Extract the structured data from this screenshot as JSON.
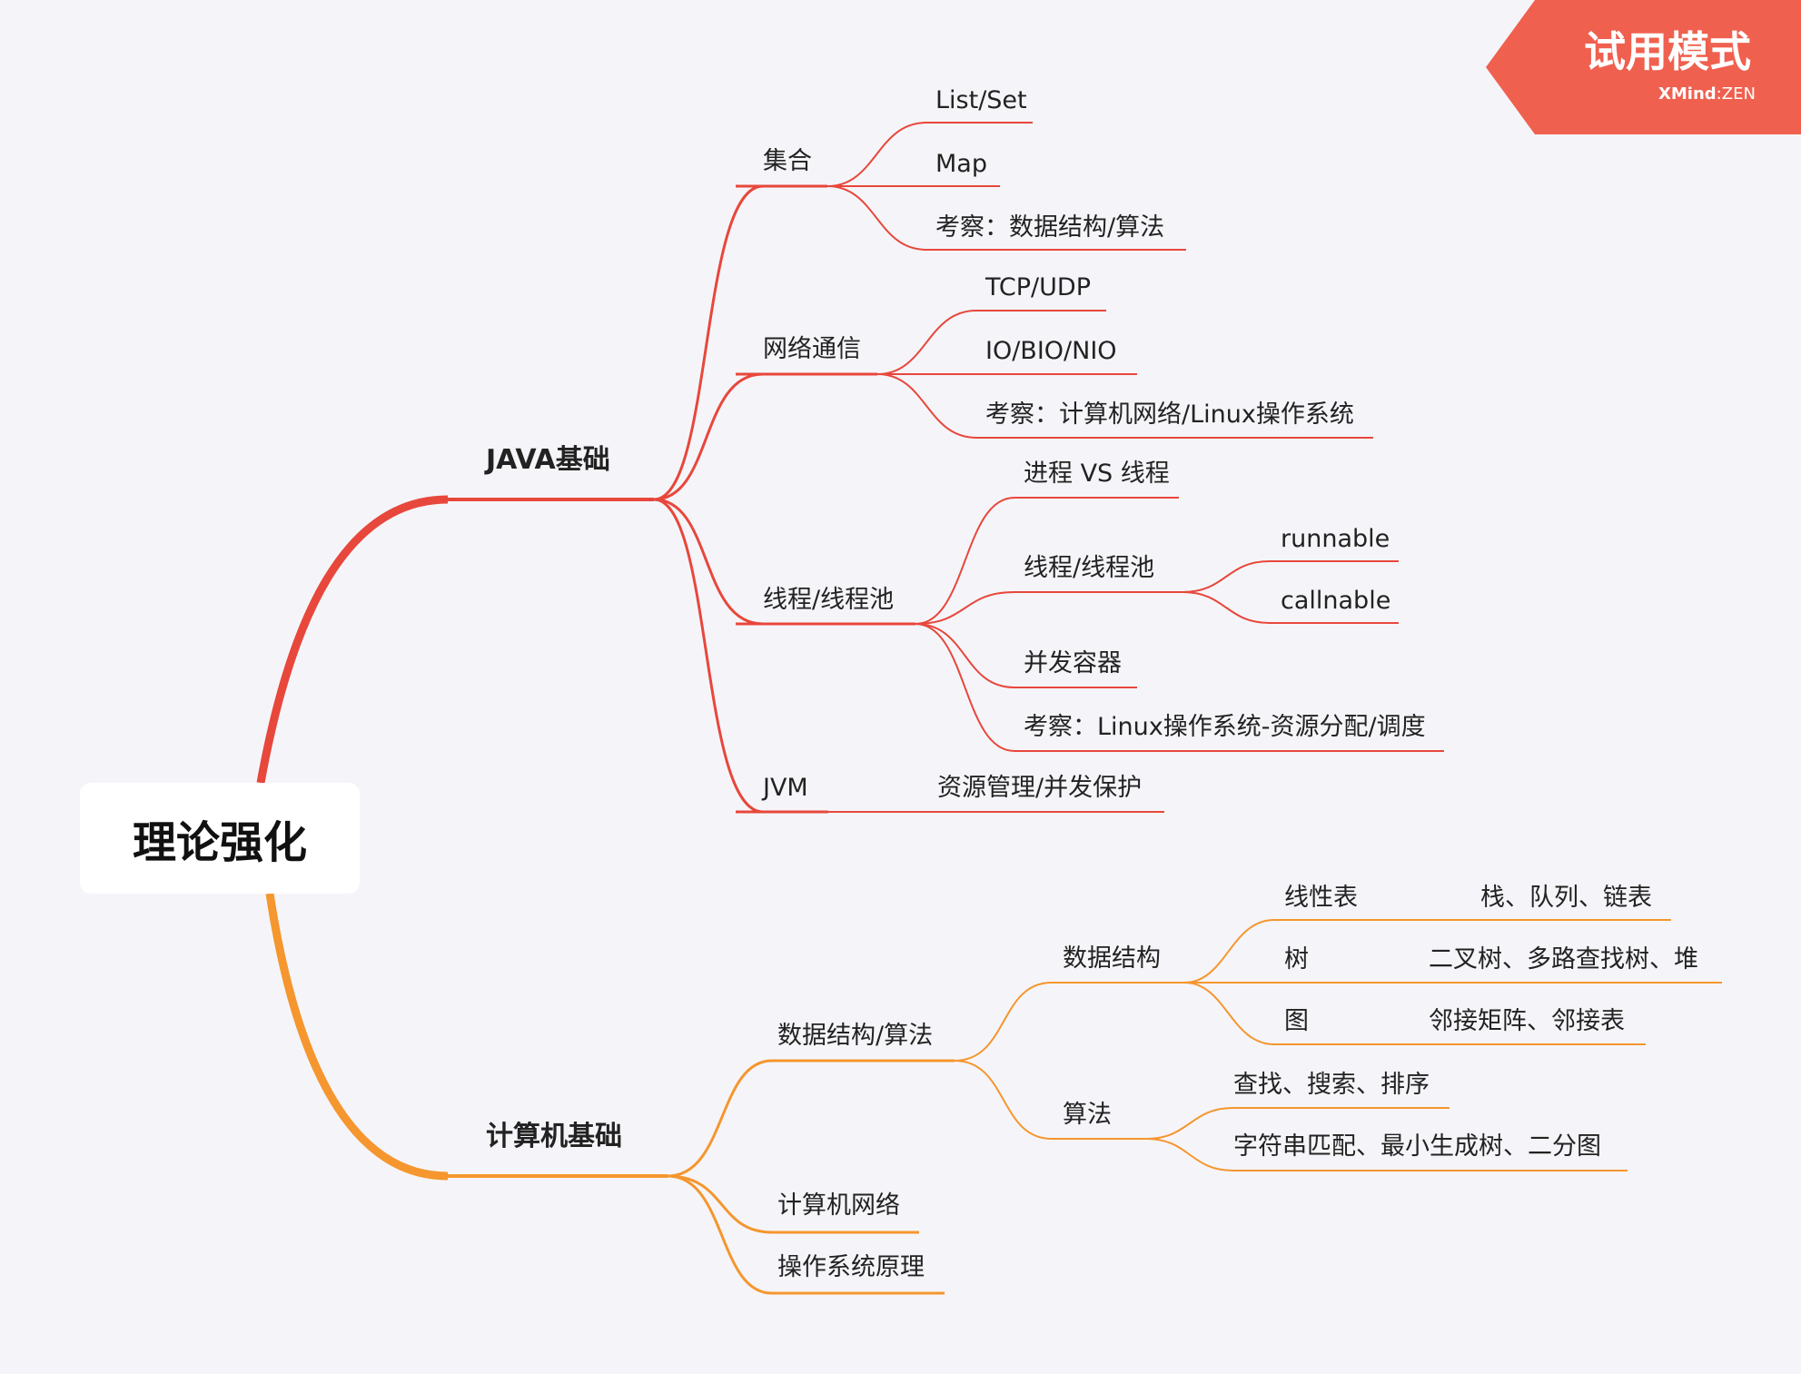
{
  "root": "理论强化",
  "badge": {
    "title": "试用模式",
    "brand": "XMind",
    "sep": ":",
    "edition": "ZEN"
  },
  "colors": {
    "java": "#e8473c",
    "cs": "#f5962e",
    "badge": "#f0604f",
    "root_bg": "#ffffff",
    "background": "#f5f5f9"
  },
  "java": {
    "label": "JAVA基础",
    "collections": {
      "label": "集合",
      "items": [
        "List/Set",
        "Map",
        "考察：数据结构/算法"
      ]
    },
    "network": {
      "label": "网络通信",
      "items": [
        "TCP/UDP",
        "IO/BIO/NIO",
        "考察：计算机网络/Linux操作系统"
      ]
    },
    "threads": {
      "label": "线程/线程池",
      "process": "进程 VS 线程",
      "pool": {
        "label": "线程/线程池",
        "items": [
          "runnable",
          "callnable"
        ]
      },
      "containers": "并发容器",
      "exam": "考察：Linux操作系统-资源分配/调度"
    },
    "jvm": {
      "label": "JVM",
      "item": "资源管理/并发保护"
    }
  },
  "cs": {
    "label": "计算机基础",
    "ds": {
      "label": "数据结构/算法",
      "structures": {
        "label": "数据结构",
        "linear": {
          "label": "线性表",
          "value": "栈、队列、链表"
        },
        "tree": {
          "label": "树",
          "value": "二叉树、多路查找树、堆"
        },
        "graph": {
          "label": "图",
          "value": "邻接矩阵、邻接表"
        }
      },
      "algorithms": {
        "label": "算法",
        "items": [
          "查找、搜索、排序",
          "字符串匹配、最小生成树、二分图"
        ]
      }
    },
    "network": "计算机网络",
    "os": "操作系统原理"
  }
}
